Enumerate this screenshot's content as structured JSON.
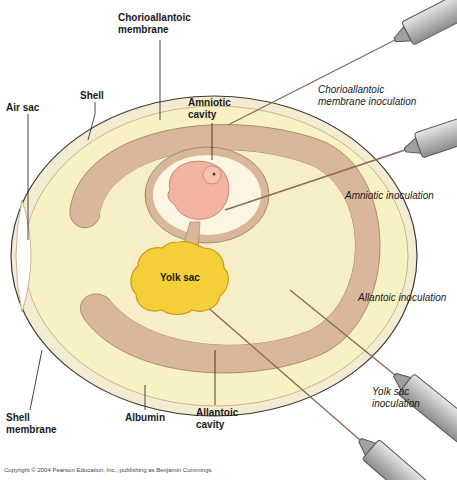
{
  "diagram": {
    "nodes": [
      {
        "text": [
          "Yolk sac"
        ]
      }
    ],
    "labels": [
      "Chorioallantoic membrane",
      "Air sac",
      "Shell",
      "Amniotic cavity",
      "Chorioallantoic membrane inoculation",
      "Amniotic inoculation",
      "Allantoic inoculation",
      "Yolk sac inoculation",
      "Shell membrane",
      "Albumin",
      "Allantoic cavity",
      "Copyright © 2004 Pearson Education, Inc., publishing as Benjamin Cummings."
    ]
  }
}
